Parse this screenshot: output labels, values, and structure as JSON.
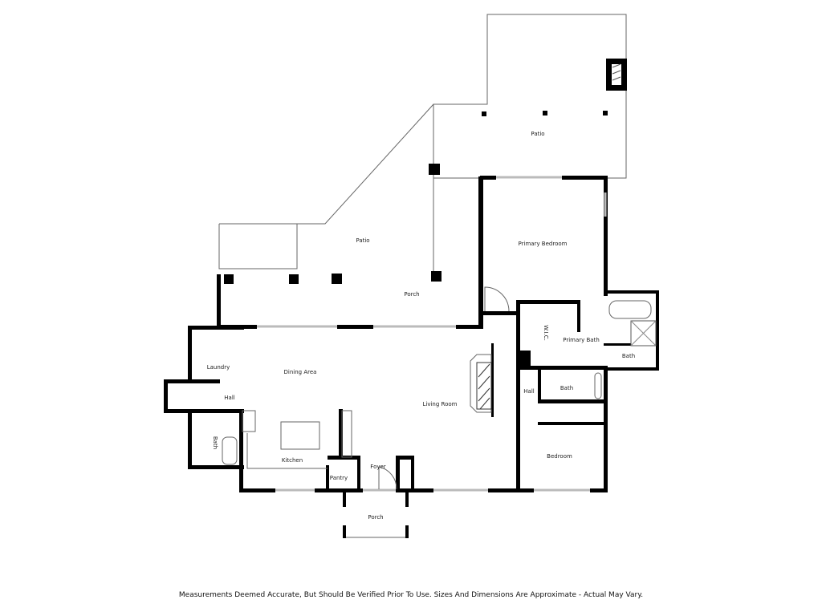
{
  "rooms": {
    "patio_upper": "Patio",
    "patio_lower": "Patio",
    "primary_bedroom": "Primary Bedroom",
    "porch_back": "Porch",
    "laundry": "Laundry",
    "dining_area": "Dining Area",
    "hall_left": "Hall",
    "living_room": "Living Room",
    "wic": "W.I.C.",
    "primary_bath": "Primary Bath",
    "bath_primary_wc": "Bath",
    "hall_right": "Hall",
    "bath_hall": "Bath",
    "bath_left": "Bath",
    "kitchen": "Kitchen",
    "pantry": "Pantry",
    "foyer": "Foyer",
    "porch_front": "Porch",
    "bedroom": "Bedroom"
  },
  "footer": "Measurements Deemed Accurate, But Should Be Verified Prior To Use. Sizes And Dimensions Are Approximate - Actual May Vary."
}
